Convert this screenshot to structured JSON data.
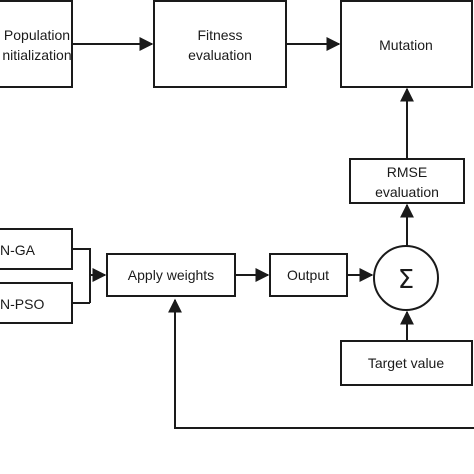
{
  "nodes": {
    "population": {
      "line1": "Population",
      "line2": "nitialization"
    },
    "fitness": {
      "line1": "Fitness",
      "line2": "evaluation"
    },
    "mutation": {
      "label": "Mutation"
    },
    "rmse": {
      "line1": "RMSE",
      "line2": "evaluation"
    },
    "nga": {
      "label": "N-GA"
    },
    "npso": {
      "label": "N-PSO"
    },
    "apply": {
      "label": "Apply weights"
    },
    "output": {
      "label": "Output"
    },
    "sum": {
      "symbol": "Σ"
    },
    "target": {
      "label": "Target value"
    }
  },
  "colors": {
    "stroke": "#1a1a1a",
    "background": "#ffffff"
  }
}
